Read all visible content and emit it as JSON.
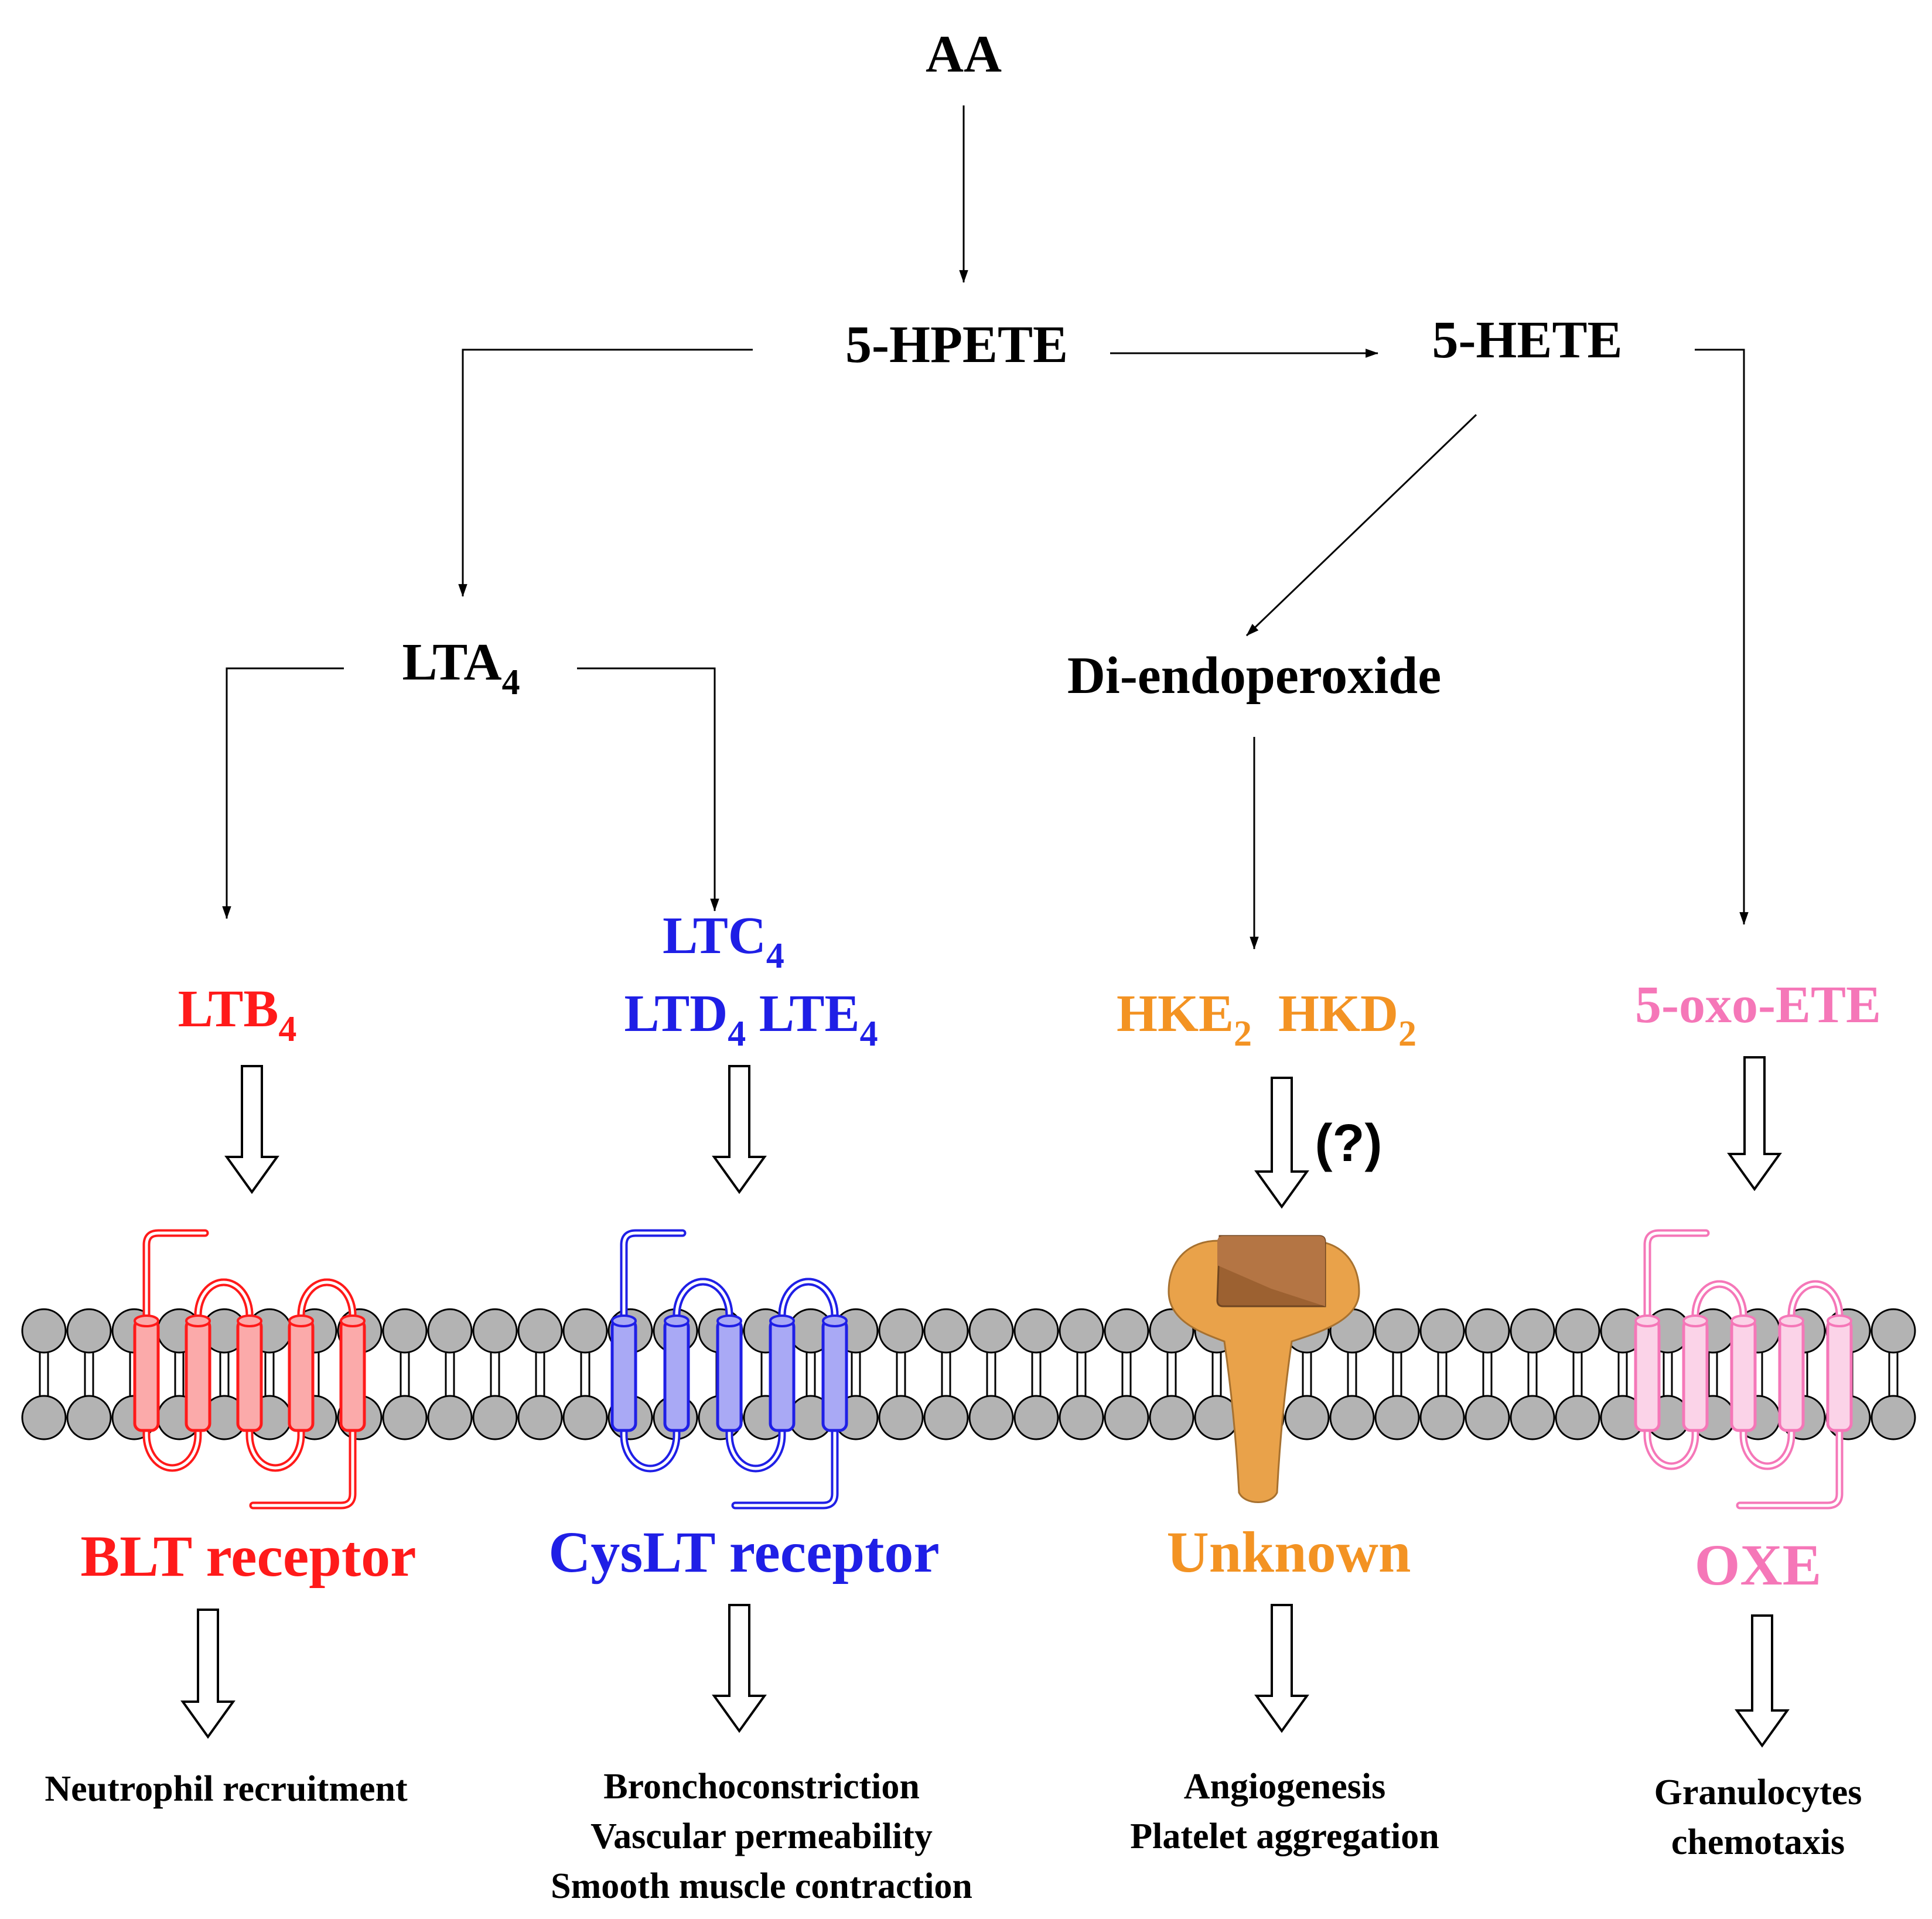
{
  "metabolites": {
    "aa": "AA",
    "hpete": "5-HPETE",
    "hete": "5-HETE",
    "lta": {
      "base": "LTA",
      "sub": "4"
    },
    "di_endoperoxide": "Di-endoperoxide",
    "ltb": {
      "base": "LTB",
      "sub": "4"
    },
    "ltc": {
      "base": "LTC",
      "sub": "4"
    },
    "ltd": {
      "base": "LTD",
      "sub": "4"
    },
    "lte": {
      "base": "LTE",
      "sub": "4"
    },
    "hke": {
      "base": "HKE",
      "sub": "2"
    },
    "hkd": {
      "base": "HKD",
      "sub": "2"
    },
    "oxo_ete": "5-oxo-ETE"
  },
  "question_mark": "(?)",
  "receptors": {
    "blt": "BLT receptor",
    "cyslt": "CysLT receptor",
    "unknown": "Unknown",
    "oxe": "OXE"
  },
  "effects": {
    "blt": [
      "Neutrophil recruitment"
    ],
    "cyslt": [
      "Bronchoconstriction",
      "Vascular permeability",
      "Smooth muscle contraction"
    ],
    "unknown": [
      "Angiogenesis",
      "Platelet aggregation"
    ],
    "oxe": [
      "Granulocytes",
      "chemotaxis"
    ]
  },
  "colors": {
    "black": "#000000",
    "blt": "#ff1a1a",
    "cyslt": "#1f1fe6",
    "unknown": "#f39323",
    "oxe": "#f577b8",
    "membrane_head": "#b3b3b3"
  }
}
